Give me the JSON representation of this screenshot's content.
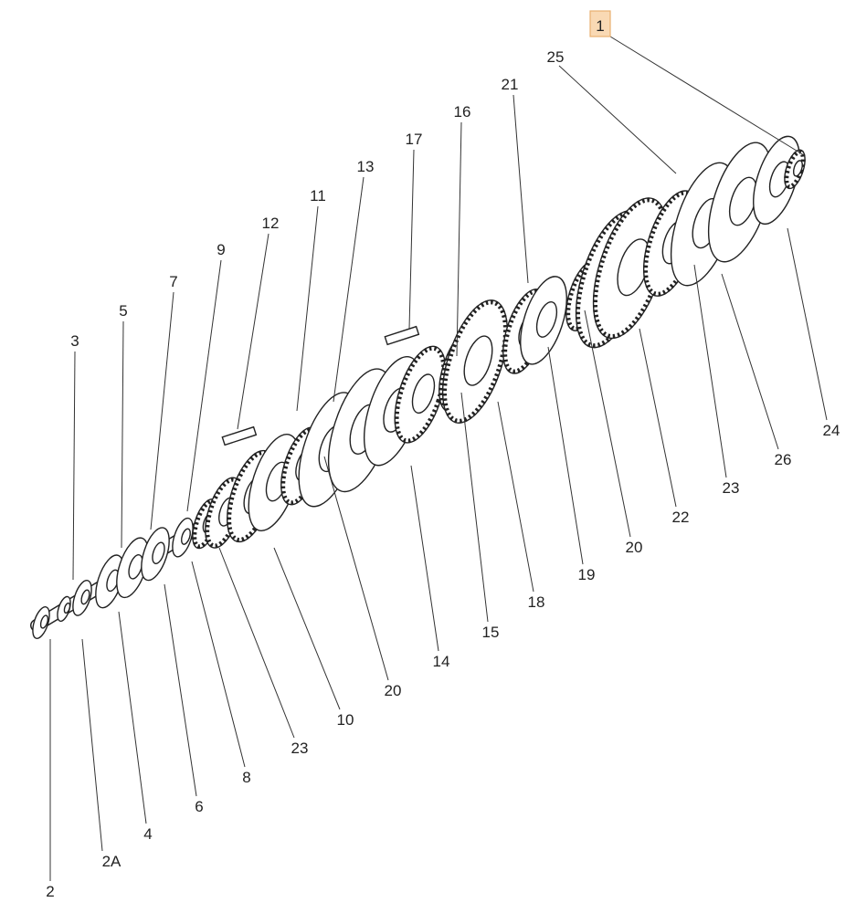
{
  "diagram": {
    "highlighted_callout": "1",
    "highlight_color": "#f9d9b4",
    "callouts_top": [
      {
        "id": "c1",
        "text": "1"
      },
      {
        "id": "c25",
        "text": "25"
      },
      {
        "id": "c21",
        "text": "21"
      },
      {
        "id": "c16",
        "text": "16"
      },
      {
        "id": "c17",
        "text": "17"
      },
      {
        "id": "c13",
        "text": "13"
      },
      {
        "id": "c11",
        "text": "11"
      },
      {
        "id": "c12",
        "text": "12"
      },
      {
        "id": "c9",
        "text": "9"
      },
      {
        "id": "c7",
        "text": "7"
      },
      {
        "id": "c5",
        "text": "5"
      },
      {
        "id": "c3",
        "text": "3"
      }
    ],
    "callouts_bottom": [
      {
        "id": "c2",
        "text": "2"
      },
      {
        "id": "c2A",
        "text": "2A"
      },
      {
        "id": "c4",
        "text": "4"
      },
      {
        "id": "c6",
        "text": "6"
      },
      {
        "id": "c8",
        "text": "8"
      },
      {
        "id": "c23a",
        "text": "23"
      },
      {
        "id": "c10",
        "text": "10"
      },
      {
        "id": "c20a",
        "text": "20"
      },
      {
        "id": "c14",
        "text": "14"
      },
      {
        "id": "c15",
        "text": "15"
      },
      {
        "id": "c18",
        "text": "18"
      },
      {
        "id": "c19",
        "text": "19"
      },
      {
        "id": "c20b",
        "text": "20"
      },
      {
        "id": "c22",
        "text": "22"
      },
      {
        "id": "c23b",
        "text": "23"
      },
      {
        "id": "c26",
        "text": "26"
      },
      {
        "id": "c24",
        "text": "24"
      }
    ]
  }
}
